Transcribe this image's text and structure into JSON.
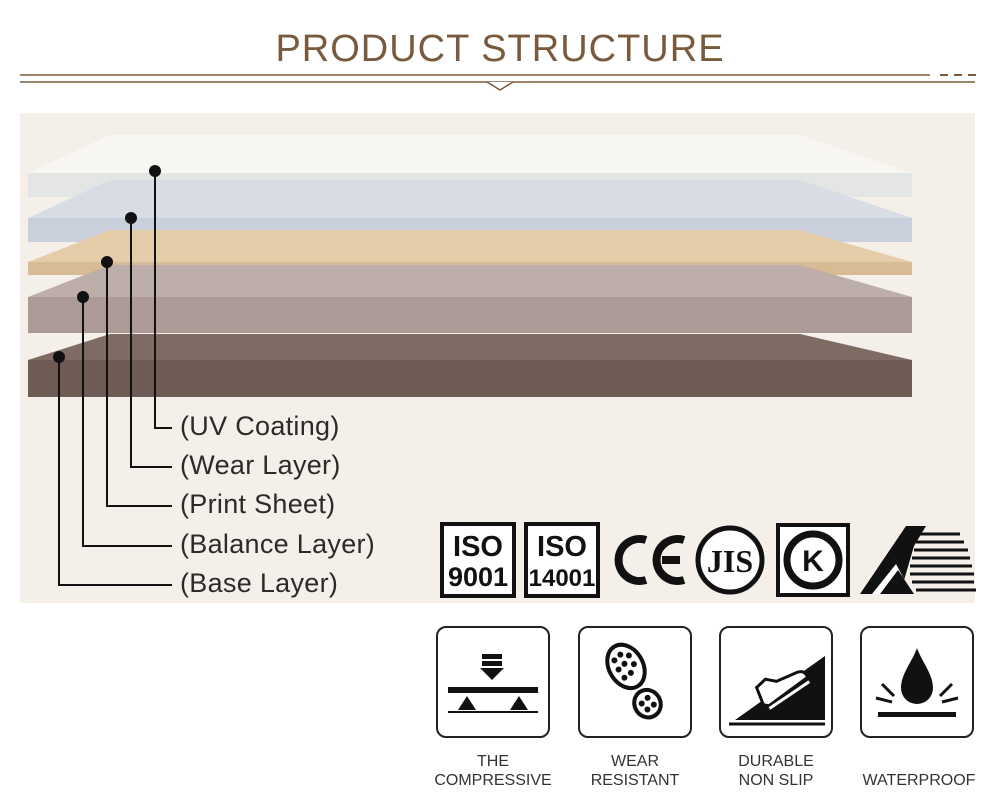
{
  "header": {
    "title": "PRODUCT STRUCTURE"
  },
  "layers": [
    {
      "label": "(UV Coating)",
      "color": "#e4e6e6"
    },
    {
      "label": "(Wear Layer)",
      "color": "#c9d0dc"
    },
    {
      "label": "(Print Sheet)",
      "color": "#d7bb94"
    },
    {
      "label": "(Balance Layer)",
      "color": "#ab9a96"
    },
    {
      "label": "(Base Layer)",
      "color": "#6d5b54"
    }
  ],
  "certifications": [
    {
      "name": "iso9001-icon",
      "line1": "ISO",
      "line2": "9001"
    },
    {
      "name": "iso14001-icon",
      "line1": "ISO",
      "line2": "14001"
    },
    {
      "name": "ce-mark-icon",
      "text": "CE"
    },
    {
      "name": "jis-mark-icon",
      "text": "JIS"
    },
    {
      "name": "k-mark-icon",
      "text": "K"
    },
    {
      "name": "manufacturer-logo-icon"
    }
  ],
  "features": [
    {
      "icon": "compression-icon",
      "line1": "THE",
      "line2": "COMPRESSIVE"
    },
    {
      "icon": "shoe-sole-icon",
      "line1": "WEAR",
      "line2": "RESISTANT"
    },
    {
      "icon": "shoe-on-slope-icon",
      "line1": "DURABLE",
      "line2": "NON SLIP"
    },
    {
      "icon": "water-drop-icon",
      "line1": "WATERPROOF",
      "line2": ""
    }
  ],
  "colors": {
    "title": "#7a5a3c",
    "panel": "#f4efe9",
    "accent": "#7a5a3c"
  }
}
